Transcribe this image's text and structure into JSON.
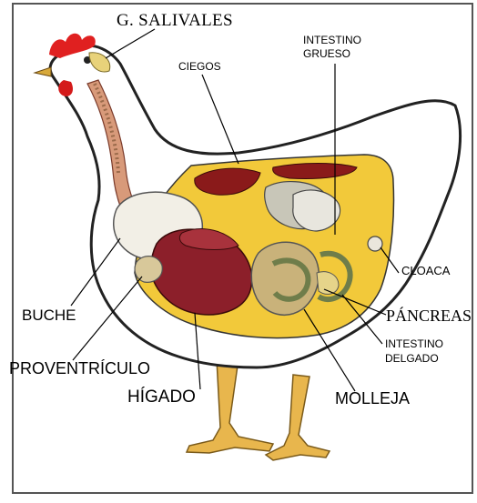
{
  "labels": {
    "salivales": "G. SALIVALES",
    "intestino_grueso": "INTESTINO GRUESO",
    "ciegos": "CIEGOS",
    "cloaca": "CLOACA",
    "buche": "BUCHE",
    "pancreas": "PÁNCREAS",
    "intestino_delgado": "INTESTINO DELGADO",
    "proventriculo": "PROVENTRÍCULO",
    "higado": "HÍGADO",
    "molleja": "MOLLEJA"
  },
  "colors": {
    "comb": "#e02020",
    "body_fill": "#ffffff",
    "abdomen_fill": "#f2c93a",
    "liver": "#8c1f2a",
    "gizzard": "#c9b27a",
    "intestine": "#6f7d4a",
    "crop": "#f2efe6",
    "leg": "#e8b64d"
  }
}
